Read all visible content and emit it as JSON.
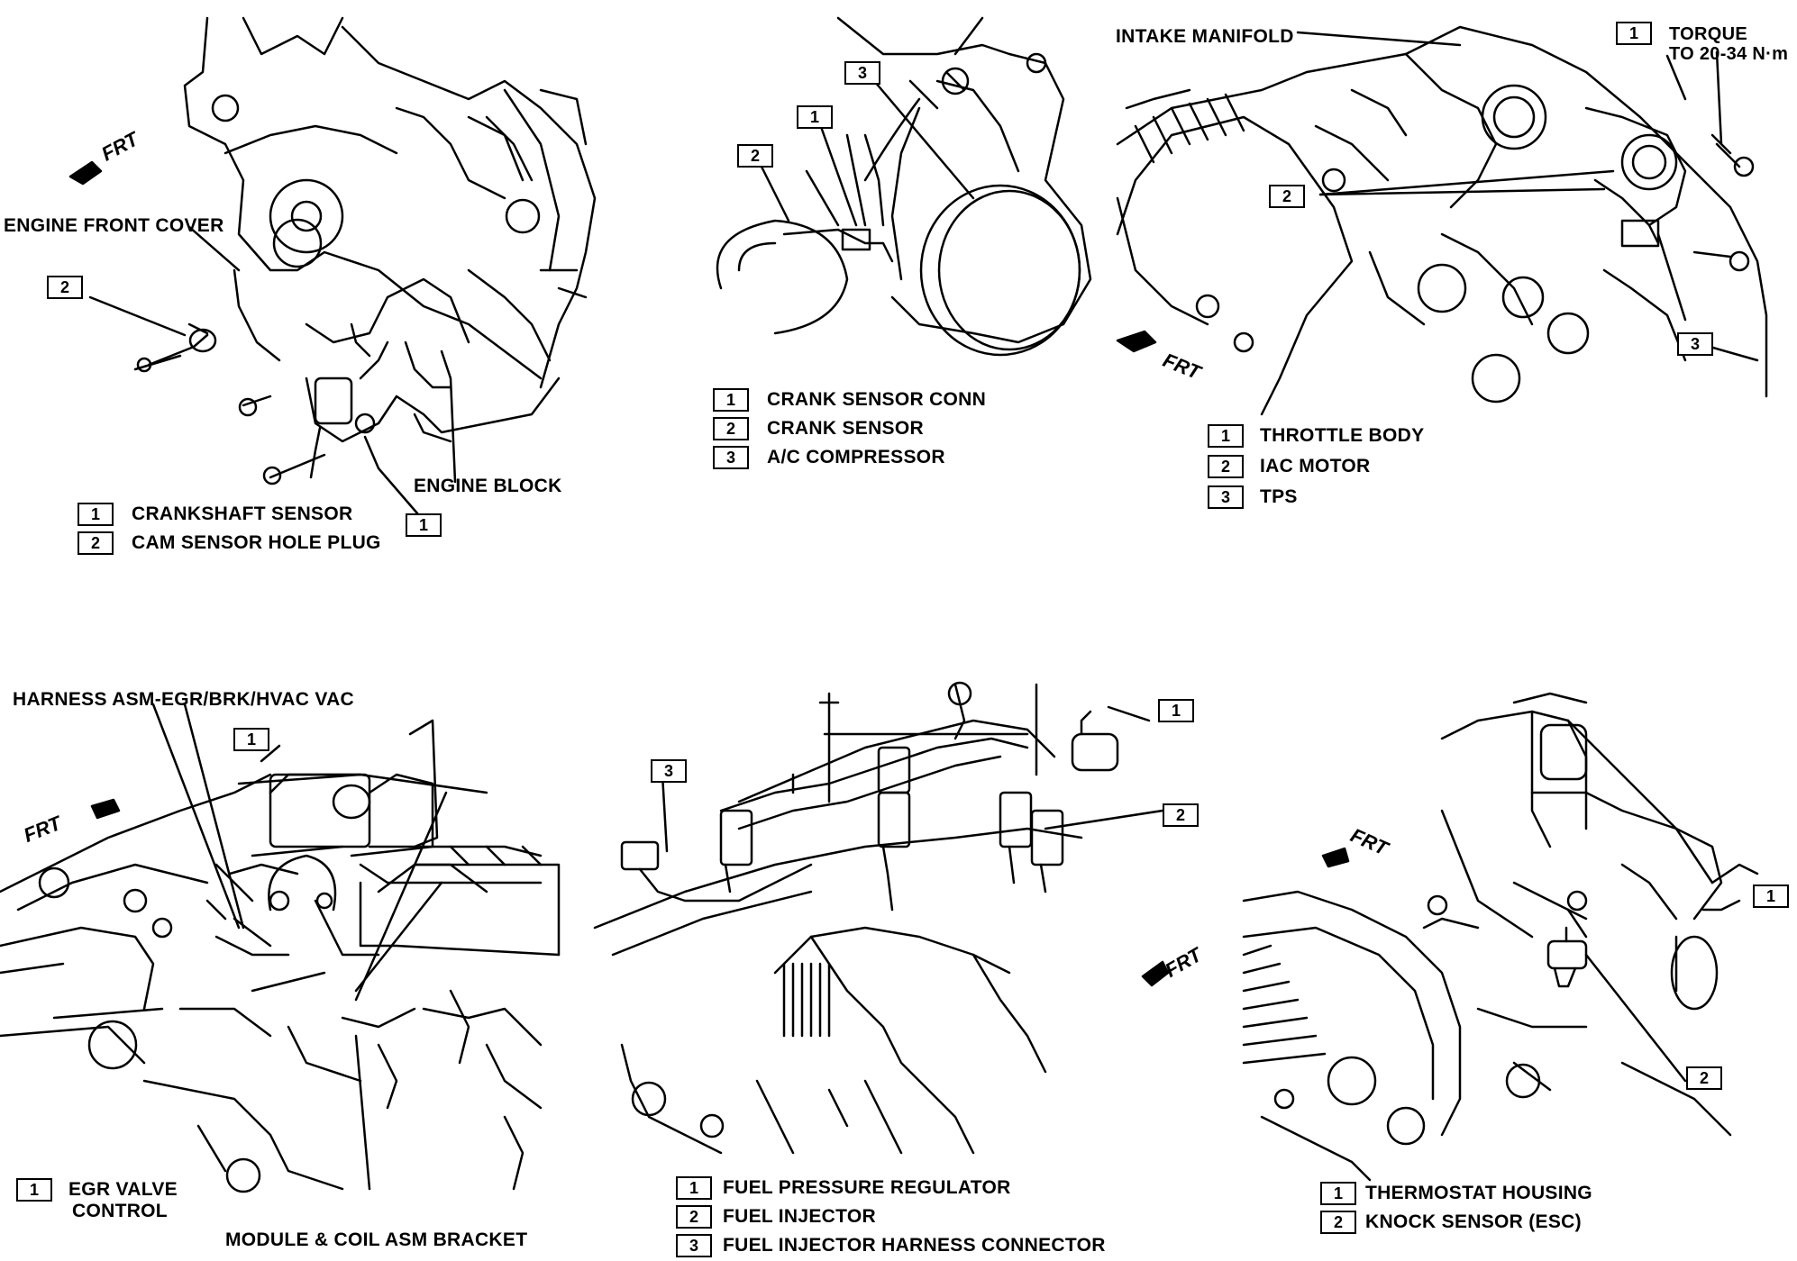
{
  "panels": [
    {
      "id": "crankshaft",
      "callouts": {
        "front_cover": "ENGINE FRONT COVER",
        "engine_block": "ENGINE BLOCK",
        "frt": "FRT"
      },
      "legend": [
        {
          "num": "1",
          "text": "CRANKSHAFT SENSOR"
        },
        {
          "num": "2",
          "text": "CAM SENSOR HOLE PLUG"
        }
      ]
    },
    {
      "id": "crank-sensor",
      "legend": [
        {
          "num": "1",
          "text": "CRANK SENSOR CONN"
        },
        {
          "num": "2",
          "text": "CRANK SENSOR"
        },
        {
          "num": "3",
          "text": "A/C COMPRESSOR"
        }
      ]
    },
    {
      "id": "throttle-body",
      "callouts": {
        "intake": "INTAKE MANIFOLD",
        "torque_1": "TORQUE",
        "torque_2": "TO 20-34 N·m",
        "frt": "FRT"
      },
      "legend": [
        {
          "num": "1",
          "text": "THROTTLE BODY"
        },
        {
          "num": "2",
          "text": "IAC MOTOR"
        },
        {
          "num": "3",
          "text": "TPS"
        }
      ]
    },
    {
      "id": "egr",
      "callouts": {
        "harness": "HARNESS ASM-EGR/BRK/HVAC VAC",
        "bracket": "MODULE & COIL ASM BRACKET",
        "frt": "FRT"
      },
      "legend": [
        {
          "num": "1",
          "text": "EGR VALVE",
          "text2": "CONTROL"
        }
      ]
    },
    {
      "id": "fuel",
      "callouts": {
        "frt": "FRT"
      },
      "legend": [
        {
          "num": "1",
          "text": "FUEL PRESSURE REGULATOR"
        },
        {
          "num": "2",
          "text": "FUEL INJECTOR"
        },
        {
          "num": "3",
          "text": "FUEL INJECTOR HARNESS CONNECTOR"
        }
      ]
    },
    {
      "id": "thermostat",
      "callouts": {
        "frt": "FRT"
      },
      "legend": [
        {
          "num": "1",
          "text": "THERMOSTAT HOUSING"
        },
        {
          "num": "2",
          "text": "KNOCK SENSOR (ESC)"
        }
      ]
    }
  ],
  "callout_numbers": [
    "1",
    "2",
    "3"
  ]
}
